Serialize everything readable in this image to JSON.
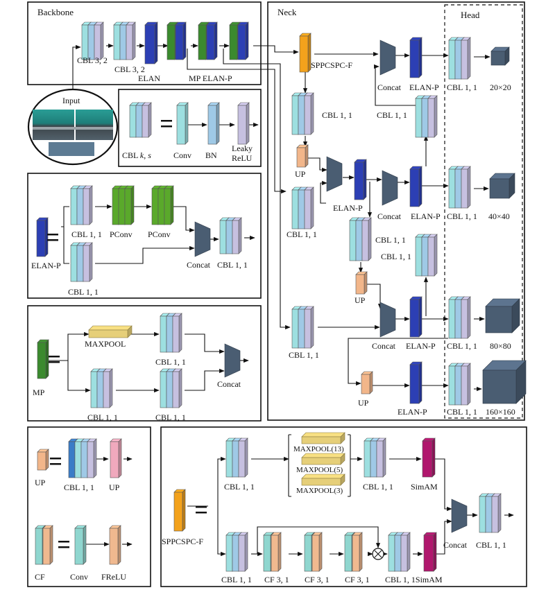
{
  "panels": {
    "backbone": "Backbone",
    "neck": "Neck",
    "head": "Head",
    "input": "Input"
  },
  "colors": {
    "cbl_teal": "#9ddfe0",
    "cbl_blue": "#9fc9e6",
    "cbl_lilac": "#c6c0e0",
    "elan_blue": "#2c3fb4",
    "mp_green": "#3b8a2e",
    "pconv_green": "#5aa92b",
    "concat_slate": "#4a5d72",
    "sppcspc_orange": "#f3a21c",
    "up_peach": "#f2b68a",
    "simam_magenta": "#b0176d",
    "maxpool_gold": "#e6cf79",
    "up_pink": "#f0a9bd",
    "up_blue": "#3a7cc7",
    "cf_teal": "#8fd6cf",
    "cf_peach": "#f0b98f"
  },
  "backbone": {
    "cbl1": "CBL 3, 2",
    "cbl2": "CBL 3, 2",
    "elan": "ELAN",
    "mp_elanp": "MP ELAN-P"
  },
  "legend_cbl": {
    "lhs": "CBL ",
    "lhs_k": "k",
    "lhs_sep": ", ",
    "lhs_s": "s",
    "conv": "Conv",
    "bn": "BN",
    "leaky1": "Leaky",
    "leaky2": "ReLU"
  },
  "legend_elanp": {
    "name": "ELAN-P",
    "cbl_top": "CBL 1, 1",
    "pconv1": "PConv",
    "pconv2": "PConv",
    "cbl_bottom": "CBL 1, 1",
    "concat": "Concat",
    "cbl_out": "CBL 1, 1"
  },
  "legend_mp": {
    "name": "MP",
    "maxpool": "MAXPOOL",
    "cbl_a": "CBL 1, 1",
    "cbl_b": "CBL 1, 1",
    "cbl_c": "CBL 1, 1",
    "concat": "Concat"
  },
  "legend_up": {
    "name": "UP",
    "cbl": "CBL 1, 1",
    "up": "UP"
  },
  "legend_cf": {
    "name": "CF",
    "conv": "Conv",
    "frelu": "FReLU"
  },
  "legend_sppcspc": {
    "name": "SPPCSPC-F",
    "cbl_top": "CBL 1, 1",
    "maxpool13": "MAXPOOL(13)",
    "maxpool5": "MAXPOOL(5)",
    "maxpool3": "MAXPOOL(3)",
    "cbl_mid": "CBL 1, 1",
    "simam_top": "SimAM",
    "cbl_bottom": "CBL 1, 1",
    "cf1": "CF 3, 1",
    "cf2": "CF 3, 1",
    "cf3": "CF 3, 1",
    "cbl_simam": "CBL 1, 1SimAM",
    "concat": "Concat",
    "cbl_out": "CBL 1, 1"
  },
  "neck": {
    "sppcspc": "SPPCSPC-F",
    "cbl_a": "CBL 1, 1",
    "up_a": "UP",
    "elanp_a": "ELAN-P",
    "cbl_b": "CBL 1, 1",
    "concat_top": "Concat",
    "elanp_top": "ELAN-P",
    "cbl_top_down": "CBL 1, 1",
    "concat_mid": "Concat",
    "elanp_mid": "ELAN-P",
    "cbl_c1": "CBL 1, 1",
    "cbl_c2": "CBL 1, 1",
    "up_b": "UP",
    "cbl_d": "CBL 1, 1",
    "concat_low": "Concat",
    "elanp_low": "ELAN-P",
    "up_c": "UP",
    "elanp_bottom": "ELAN-P"
  },
  "head": {
    "h1": "CBL 1, 1",
    "s1": "20×20",
    "h2": "CBL 1, 1",
    "s2": "40×40",
    "h3": "CBL 1, 1",
    "s3": "80×80",
    "h4": "CBL 1, 1",
    "s4": "160×160"
  }
}
